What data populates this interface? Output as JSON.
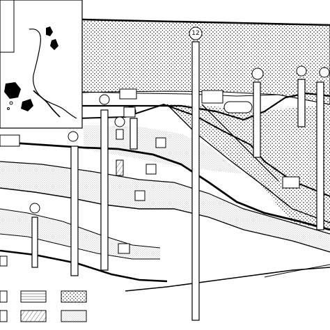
{
  "figure": {
    "type": "geological-cross-section",
    "colors": {
      "ink": "#000000",
      "paper": "#ffffff",
      "stipple": "#555555"
    }
  },
  "boreholes": [
    {
      "id": "bh-1",
      "label": "12"
    },
    {
      "id": "bh-2",
      "label": ""
    },
    {
      "id": "bh-3",
      "label": ""
    },
    {
      "id": "bh-4",
      "label": ""
    },
    {
      "id": "bh-5",
      "label": ""
    },
    {
      "id": "bh-6",
      "label": ""
    },
    {
      "id": "bh-7",
      "label": ""
    },
    {
      "id": "bh-8",
      "label": ""
    },
    {
      "id": "bh-9",
      "label": ""
    }
  ],
  "legend": {
    "swatches": [
      "blank",
      "fine-lines",
      "dotted",
      "blank",
      "hatched",
      "stippled"
    ]
  },
  "inset_map": {
    "content": "coastline-and-islands"
  }
}
